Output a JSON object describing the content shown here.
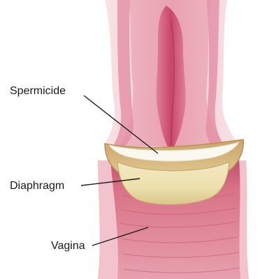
{
  "labels": {
    "spermicide": "Spermicide",
    "diaphragm": "Diaphragm",
    "vagina": "Vagina"
  },
  "colors": {
    "background": "#ffffff",
    "outer_tissue": "#f3c9d0",
    "tissue_mid": "#e9a1b1",
    "inner_canal": "#d8607e",
    "canal_dark": "#b93a5c",
    "vaginal_wall": "#d97287",
    "diaphragm_rim": "#d9b981",
    "diaphragm_dome": "#ece0ac",
    "spermicide": "#fbf8ef",
    "leader_line": "#1a1a1a"
  }
}
